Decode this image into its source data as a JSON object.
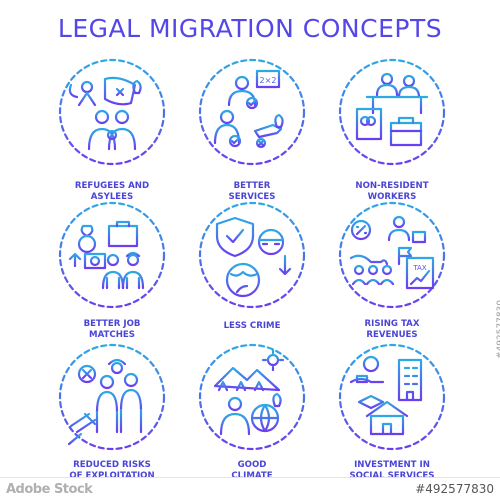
{
  "title": "LEGAL MIGRATION CONCEPTS",
  "colors": {
    "title": "#5546e8",
    "gradient_top": "#2da9e6",
    "gradient_bottom": "#6a3ff0",
    "label": "#4b45d6"
  },
  "concepts": [
    {
      "lines": [
        "REFUGEES AND",
        "ASYLEES"
      ],
      "icon": "refugees-icon"
    },
    {
      "lines": [
        "BETTER",
        "SERVICES"
      ],
      "icon": "services-icon"
    },
    {
      "lines": [
        "NON-RESIDENT",
        "WORKERS"
      ],
      "icon": "workers-icon"
    },
    {
      "lines": [
        "BETTER JOB",
        "MATCHES"
      ],
      "icon": "job-matches-icon"
    },
    {
      "lines": [
        "LESS CRIME"
      ],
      "icon": "less-crime-icon"
    },
    {
      "lines": [
        "RISING TAX",
        "REVENUES"
      ],
      "icon": "tax-revenues-icon"
    },
    {
      "lines": [
        "REDUCED RISKS",
        "OF EXPLOITATION"
      ],
      "icon": "exploitation-icon"
    },
    {
      "lines": [
        "GOOD",
        "CLIMATE"
      ],
      "icon": "climate-icon"
    },
    {
      "lines": [
        "INVESTMENT IN",
        "SOCIAL SERVICES"
      ],
      "icon": "investment-icon"
    }
  ],
  "icon_text": {
    "math": "2×2",
    "tax": "TAX"
  },
  "footer": {
    "badge": "Adobe Stock",
    "id": "#492577830",
    "vertical_id": "#492577830"
  }
}
